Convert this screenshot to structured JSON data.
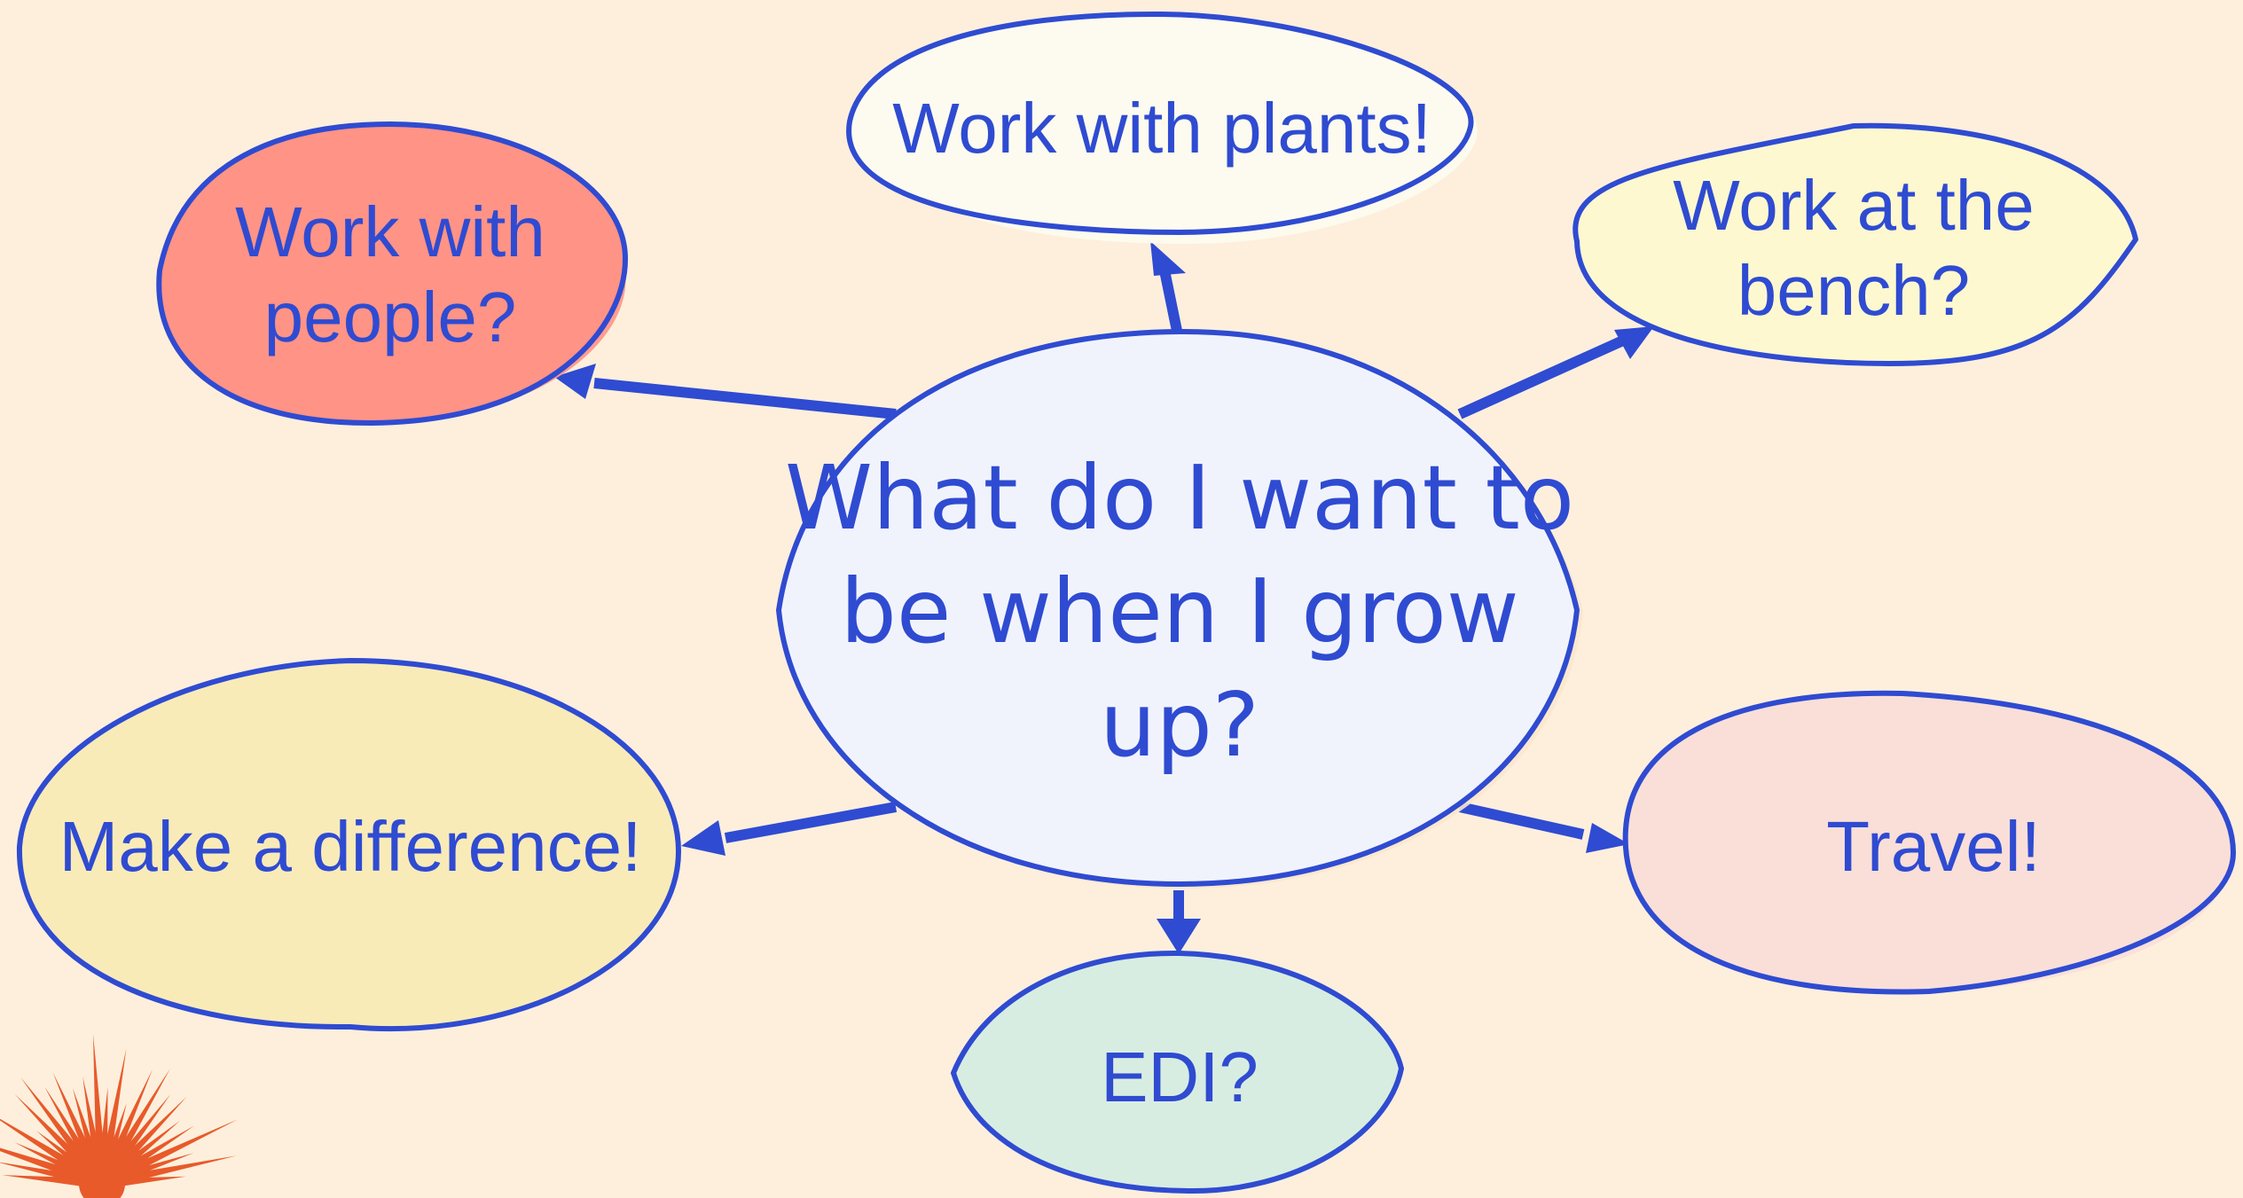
{
  "diagram": {
    "center": {
      "text": "What do I want to\nbe when I grow\nup?",
      "color": "#f1f3fc"
    },
    "nodes": {
      "plants": {
        "text": "Work with plants!",
        "color": "#fdfbef"
      },
      "people": {
        "text": "Work with\npeople?",
        "color": "#ff9386"
      },
      "bench": {
        "text": "Work at the\nbench?",
        "color": "#fdf8cf"
      },
      "difference": {
        "text": "Make a difference!",
        "color": "#f9ebb8"
      },
      "travel": {
        "text": "Travel!",
        "color": "#f9dfd8"
      },
      "edi": {
        "text": "EDI?",
        "color": "#d8ede1"
      }
    },
    "decoration": {
      "name": "orange-burst",
      "color": "#e85a2a"
    },
    "ink_color": "#2f4bd1"
  }
}
